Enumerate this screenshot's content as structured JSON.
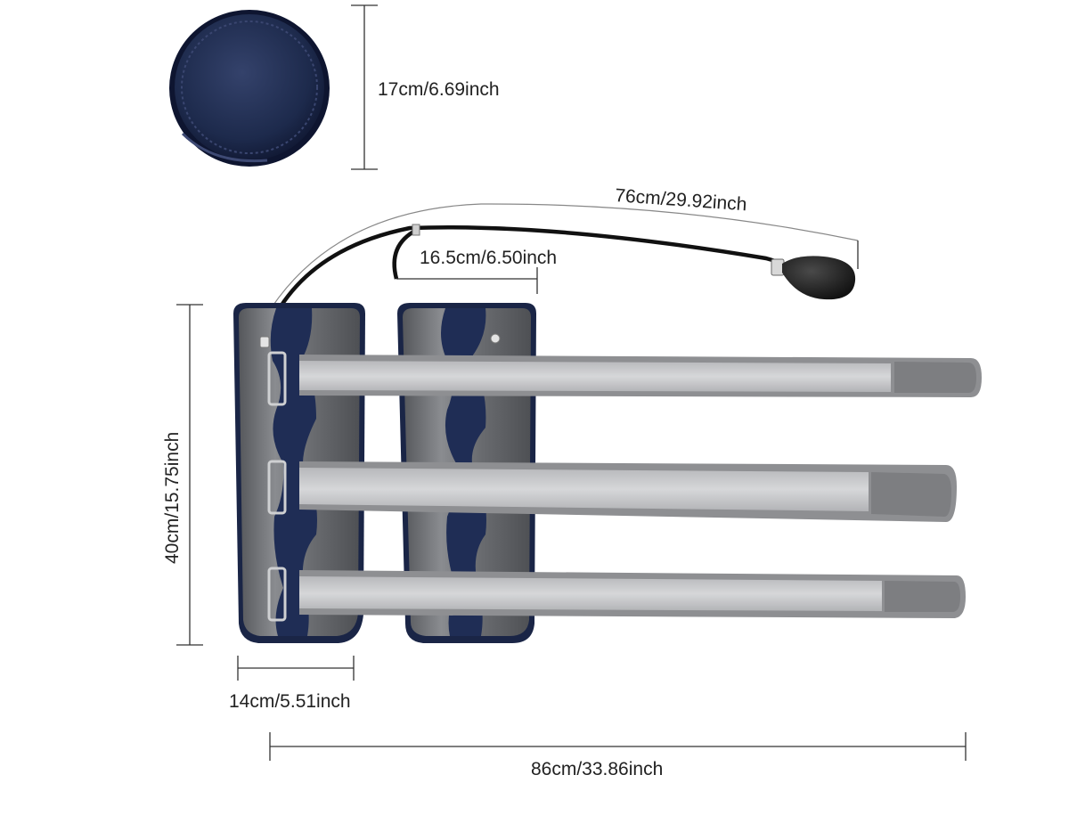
{
  "dimensions": {
    "pad_diameter": "17cm/6.69inch",
    "hose_length": "76cm/29.92inch",
    "hose_segment": "16.5cm/6.50inch",
    "panel_height": "40cm/15.75inch",
    "panel_width": "14cm/5.51inch",
    "total_length": "86cm/33.86inch"
  },
  "colors": {
    "navy": "#1d2a4c",
    "navy_dark": "#121a33",
    "gray_leather": "#6e7074",
    "strap_light": "#c9cacc",
    "strap_edge": "#8b8c8f",
    "velcro": "#7a7b7e",
    "line": "#333333",
    "bulb": "#1b1b1b"
  }
}
